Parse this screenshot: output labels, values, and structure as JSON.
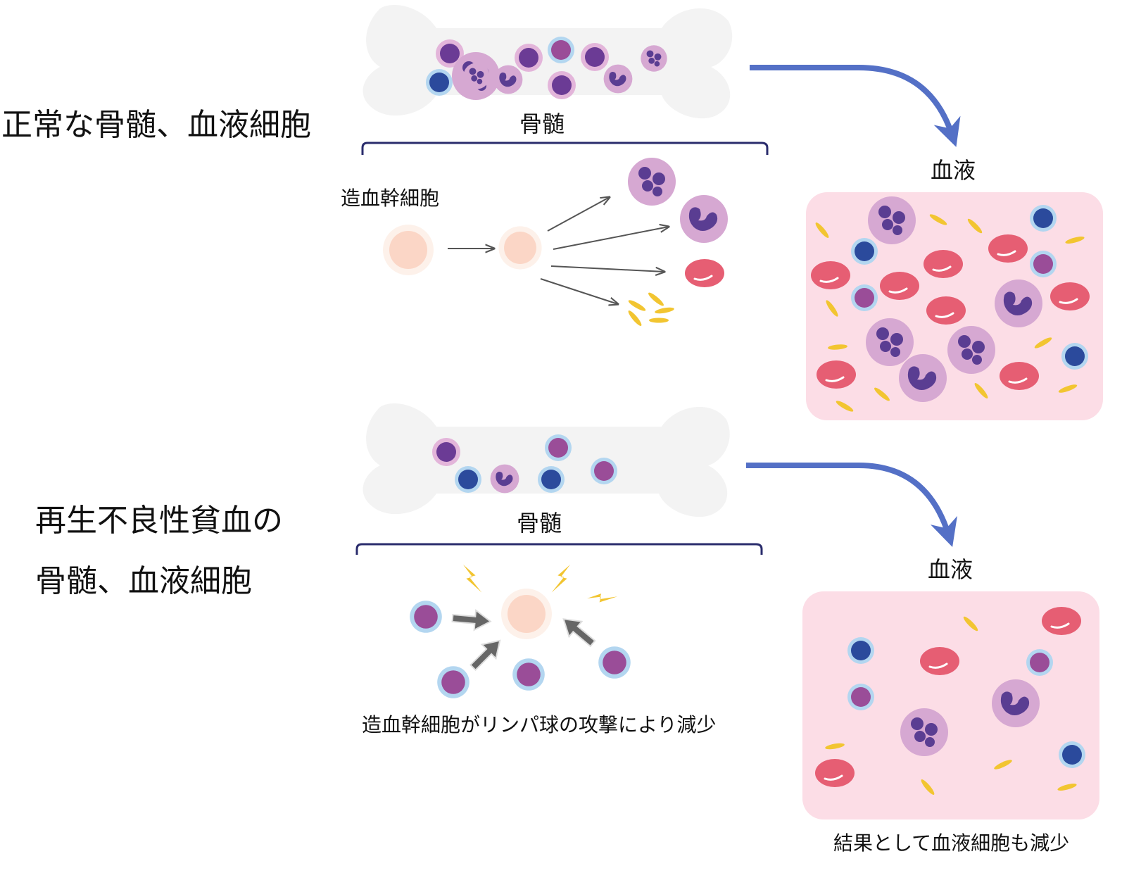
{
  "normal": {
    "title": "正常な骨髄、血液細胞",
    "marrow_label": "骨髄",
    "stem_label": "造血幹細胞",
    "blood_label": "血液"
  },
  "aplastic": {
    "title_line1": "再生不良性貧血の",
    "title_line2": "骨髄、血液細胞",
    "marrow_label": "骨髄",
    "attack_caption": "造血幹細胞がリンパ球の攻撃により減少",
    "blood_label": "血液",
    "result_caption": "結果として血液細胞も減少"
  },
  "colors": {
    "bone": "#f3f3f3",
    "blood_bg": "#fcdde6",
    "arrow": "#5470c6",
    "stem_cell": "#fbd6c6",
    "lymphocyte": "#9a4d98",
    "lymph_blue": "#2b4a9c",
    "red_cell": "#e65e73",
    "neutrophil_nucleus": "#5a3d92",
    "platelet": "#f2c531",
    "bracket": "#2a2c6c"
  }
}
